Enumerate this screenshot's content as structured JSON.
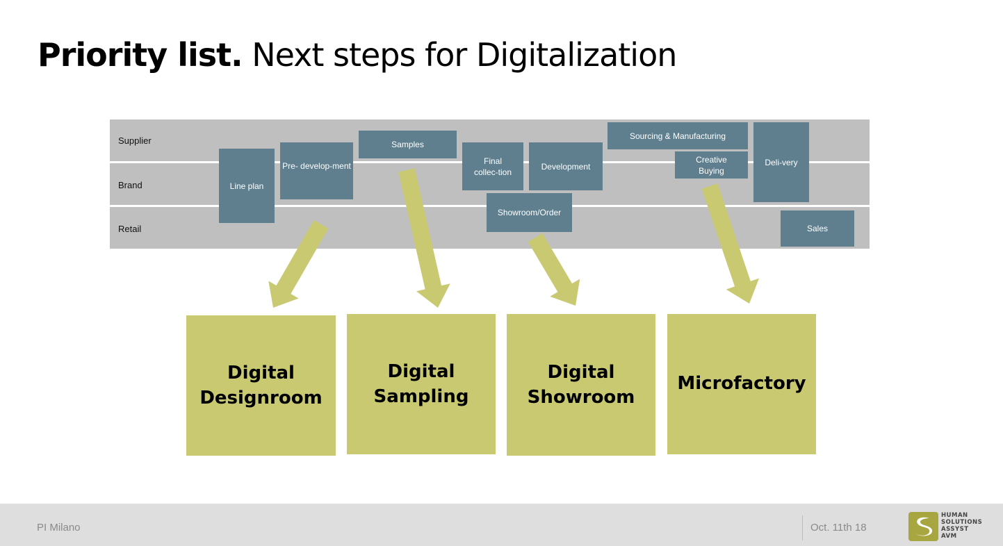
{
  "title": {
    "bold": "Priority list.",
    "rest": "Next steps for Digitalization"
  },
  "lanes": [
    "Supplier",
    "Brand",
    "Retail"
  ],
  "steps": [
    "Line plan",
    "Pre- develop-ment",
    "Samples",
    "Final collec-tion",
    "Development",
    "Showroom/Order",
    "Sourcing & Manufacturing",
    "Creative Buying",
    "Deli-very",
    "Sales"
  ],
  "priorities": [
    "Digital Designroom",
    "Digital Sampling",
    "Digital Showroom",
    "Microfactory"
  ],
  "footer": {
    "left": "PI Milano",
    "date": "Oct. 11th 18",
    "logo_text": [
      "HUMAN",
      "SOLUTIONS",
      "ASSYST",
      "AVM"
    ]
  },
  "colors": {
    "step": "#5f7f8f",
    "priority": "#c9c971",
    "band": "#bfbfbf"
  }
}
